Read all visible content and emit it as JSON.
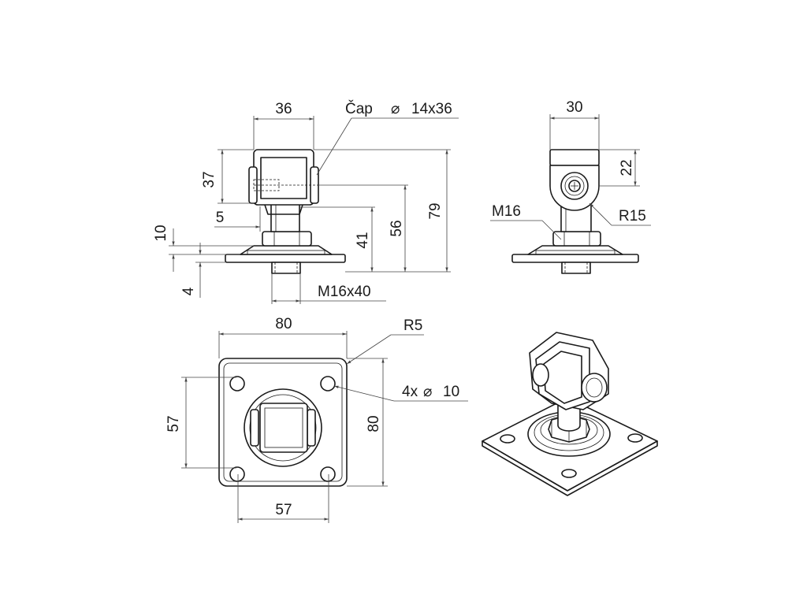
{
  "front_view": {
    "width_top": "36",
    "cap_label": "Čap",
    "cap_size": "14x36",
    "height_37": "37",
    "offset_5": "5",
    "height_10": "10",
    "height_4": "4",
    "height_41": "41",
    "height_56": "56",
    "height_79": "79",
    "thread": "M16x40"
  },
  "side_view": {
    "width_30": "30",
    "height_22": "22",
    "thread_m16": "M16",
    "radius_r15": "R15"
  },
  "top_view": {
    "width_80": "80",
    "radius_r5": "R5",
    "holes": "4x",
    "hole_size": "10",
    "pitch_vertical": "57",
    "height_80": "80",
    "pitch_horizontal": "57"
  },
  "diameter_symbol": "⌀"
}
